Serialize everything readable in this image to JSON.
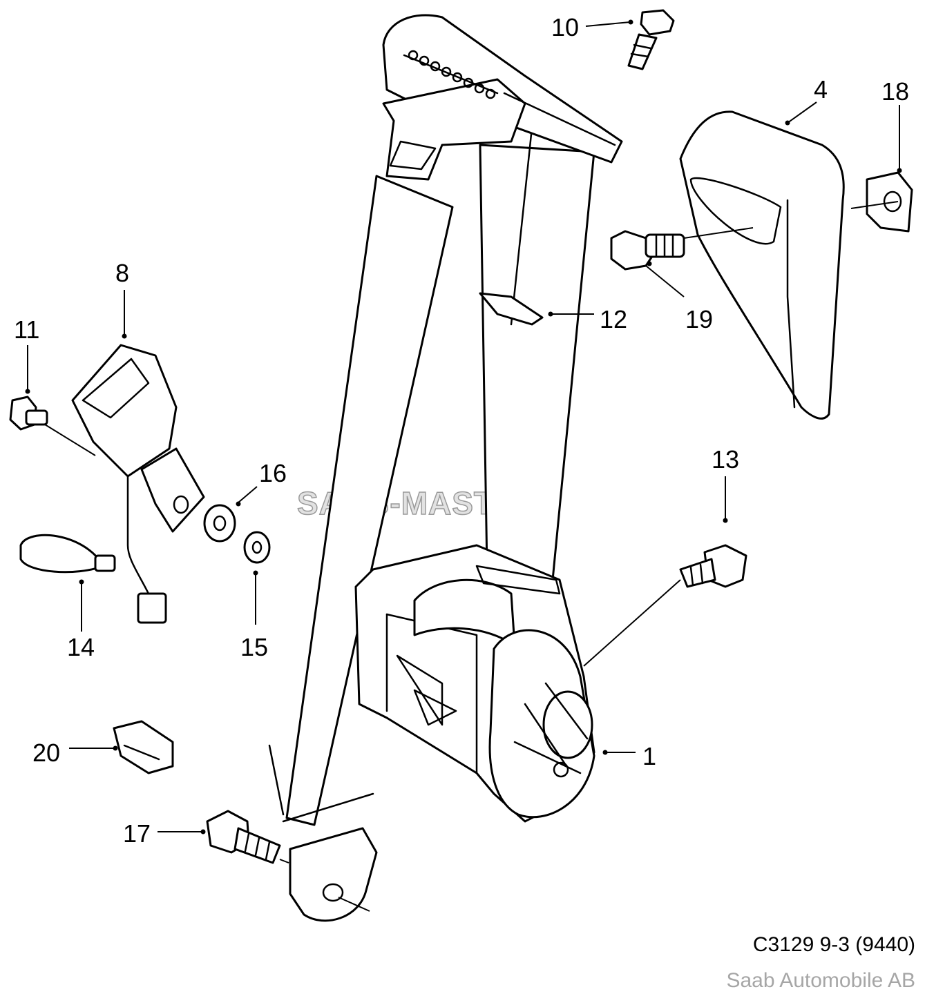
{
  "watermark": "SAAB-MASTER",
  "diagram_code": "C3129 9-3 (9440)",
  "manufacturer": "Saab Automobile AB",
  "callouts": {
    "belt_reel": "1",
    "trim_cover": "4",
    "buckle": "8",
    "upper_bolt": "10",
    "buckle_screw": "11",
    "belt_stop": "12",
    "reel_bolt": "13",
    "cable_tie": "14",
    "washer_small": "15",
    "washer_large": "16",
    "anchor_bolt": "17",
    "clip_nut": "18",
    "cover_bolt": "19",
    "clip": "20"
  }
}
